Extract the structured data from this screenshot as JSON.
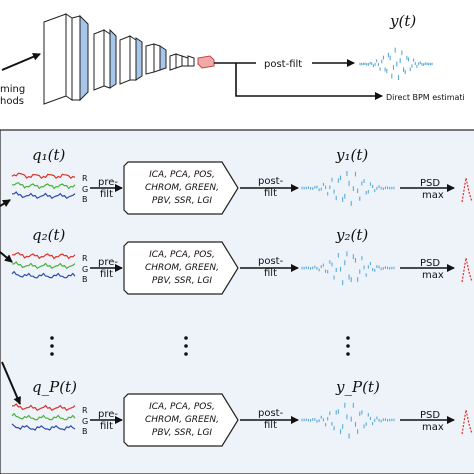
{
  "top": {
    "input_caption": [
      "ming",
      "hods"
    ],
    "post_filter_label": "post-filt",
    "output_label": "y(t)",
    "direct_label": "Direct BPM estimati"
  },
  "pipeline": {
    "methods": [
      "ICA, PCA, POS,",
      "CHROM, GREEN,",
      "PBV, SSR, LGI"
    ],
    "pre_filter": [
      "pre-",
      "filt"
    ],
    "post_filter": [
      "post-",
      "filt"
    ],
    "psd": [
      "PSD",
      "max"
    ],
    "channels": [
      "R",
      "G",
      "B"
    ],
    "rows": [
      {
        "input": "q₁(t)",
        "output": "y₁(t)"
      },
      {
        "input": "q₂(t)",
        "output": "y₂(t)"
      },
      {
        "input": "q_P(t)",
        "output": "y_P(t)"
      }
    ],
    "colors": {
      "red": "#d9332b",
      "green": "#4caf3a",
      "blue": "#2a4da8",
      "wave": "#5aaad8",
      "panel": "#eef3fa"
    }
  }
}
